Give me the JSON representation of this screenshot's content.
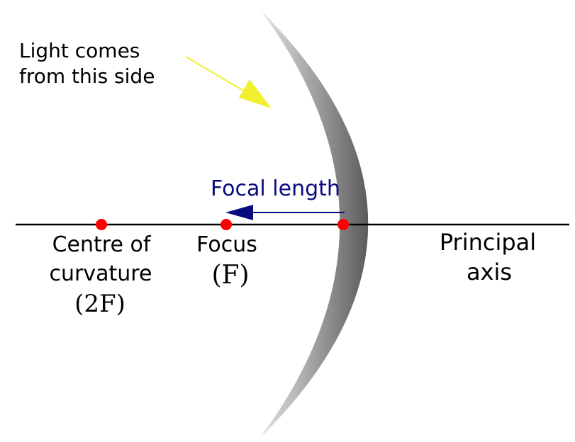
{
  "light_label": {
    "line1": "Light comes",
    "line2": "from this side"
  },
  "focal_length_label": "Focal length",
  "centre_label": {
    "line1": "Centre of",
    "line2": "curvature",
    "symbol": "(2F)"
  },
  "focus_label": {
    "line1": "Focus",
    "symbol": "(F)"
  },
  "axis_label": {
    "line1": "Principal",
    "line2": "axis"
  },
  "colors": {
    "point": "#ff0000",
    "focal_arrow": "#0a0a80",
    "light_arrow": "#f0f030",
    "axis": "#000000"
  }
}
